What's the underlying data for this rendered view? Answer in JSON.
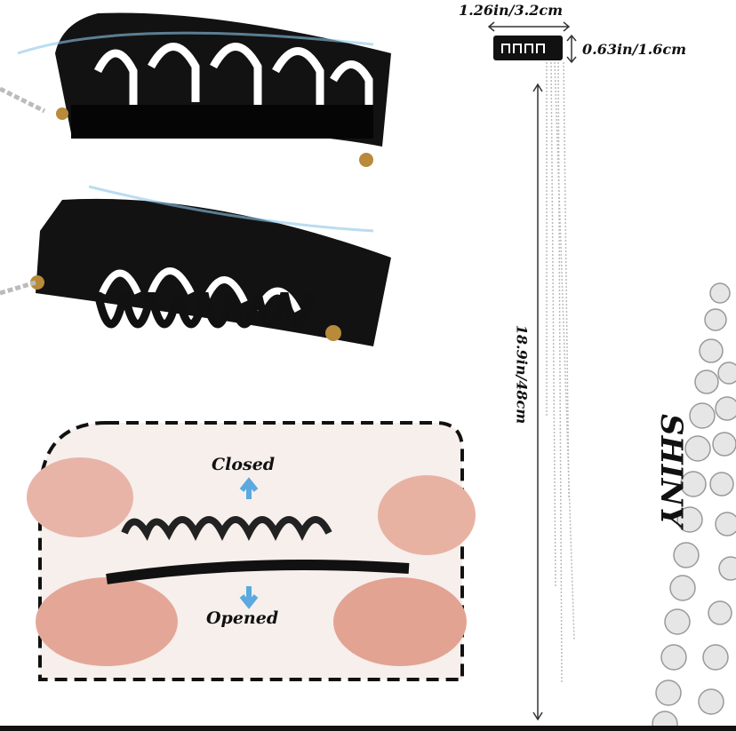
{
  "dimensions": {
    "width": "1.26in/3.2cm",
    "height": "0.63in/1.6cm",
    "length": "18.9in/48cm"
  },
  "usage": {
    "closed": "Closed",
    "opened": "Opened"
  },
  "tagline": "SHINY",
  "colors": {
    "clip": "#111111",
    "arrow": "#5aa9e0",
    "rhinestone": "#d8d8d8"
  }
}
